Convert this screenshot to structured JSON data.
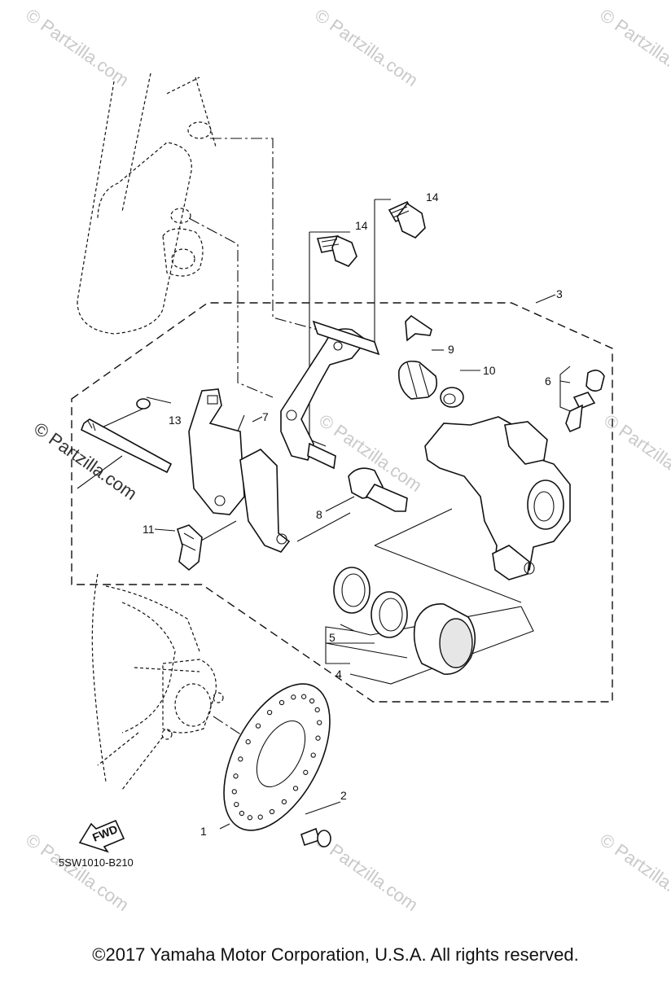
{
  "diagram": {
    "callouts": {
      "c1": "1",
      "c2": "2",
      "c3": "3",
      "c4": "4",
      "c5": "5",
      "c6": "6",
      "c7": "7",
      "c8": "8",
      "c9": "9",
      "c10": "10",
      "c11": "11",
      "c13": "13",
      "c14a": "14",
      "c14b": "14"
    },
    "fwd_label": "FWD",
    "diagram_code": "5SW1010-B210"
  },
  "watermark": {
    "text": "© Partzilla.com"
  },
  "footer": {
    "copyright": "©2017  Yamaha Motor Corporation, U.S.A. All rights reserved."
  }
}
